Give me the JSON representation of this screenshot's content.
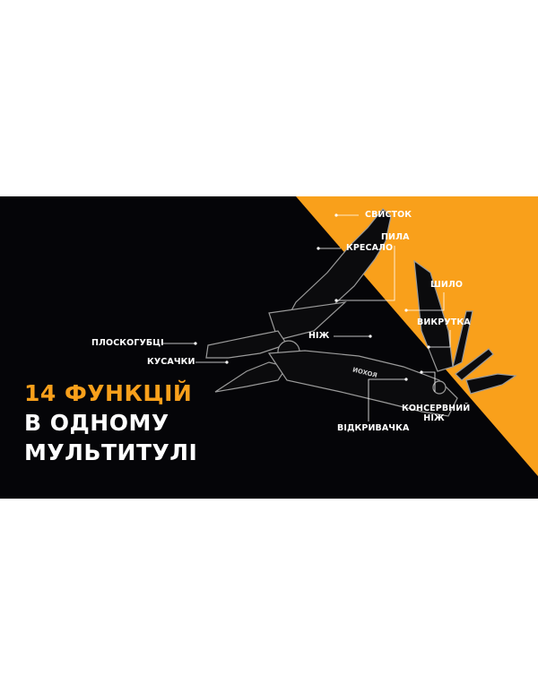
{
  "colors": {
    "background": "#050508",
    "accent": "#f9a01b",
    "text": "#ffffff"
  },
  "headline": {
    "line1": "14 ФУНКЦІЙ",
    "line2": "В ОДНОМУ",
    "line3": "МУЛЬТИТУЛІ"
  },
  "brand_logo": "ROXON",
  "labels": {
    "whistle": "СВИСТОК",
    "saw": "ПИЛА",
    "firestarter": "КРЕСАЛО",
    "awl": "ШИЛО",
    "screwdriver": "ВИКРУТКА",
    "knife": "НІЖ",
    "pliers": "ПЛОСКОГУБЦІ",
    "wire_cutters": "КУСАЧКИ",
    "can_opener_1": "КОНСЕРВНИЙ",
    "can_opener_2": "НІЖ",
    "bottle_opener": "ВІДКРИВАЧКА"
  }
}
